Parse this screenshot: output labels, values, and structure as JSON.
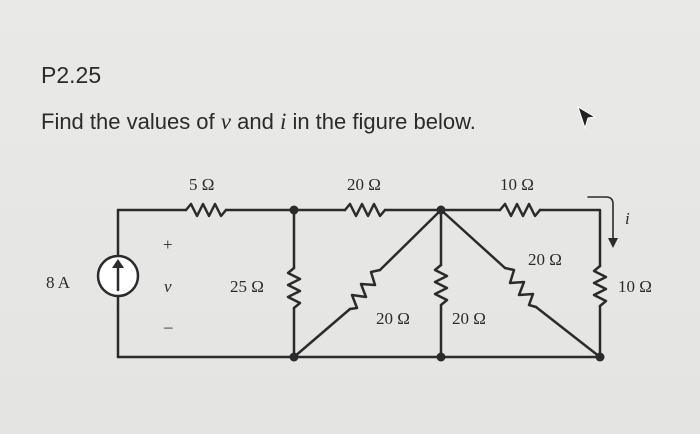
{
  "problem": {
    "number": "P2.25",
    "text_before_v": "Find the values of ",
    "var_v": "v",
    "text_and": " and ",
    "var_i": "i",
    "text_after": " in the figure below."
  },
  "circuit": {
    "source_label": "8 A",
    "voltage_plus": "+",
    "voltage_var": "v",
    "voltage_minus": "–",
    "r_5": "5 Ω",
    "r_25": "25 Ω",
    "r_20_top": "20 Ω",
    "r_10_top": "10 Ω",
    "r_20_diag_left": "20 Ω",
    "r_20_middle": "20 Ω",
    "r_20_diag_right": "20 Ω",
    "r_10_right": "10 Ω",
    "current_var": "i"
  },
  "colors": {
    "ink": "#2b2b2b",
    "background": "#e6e6e4"
  }
}
